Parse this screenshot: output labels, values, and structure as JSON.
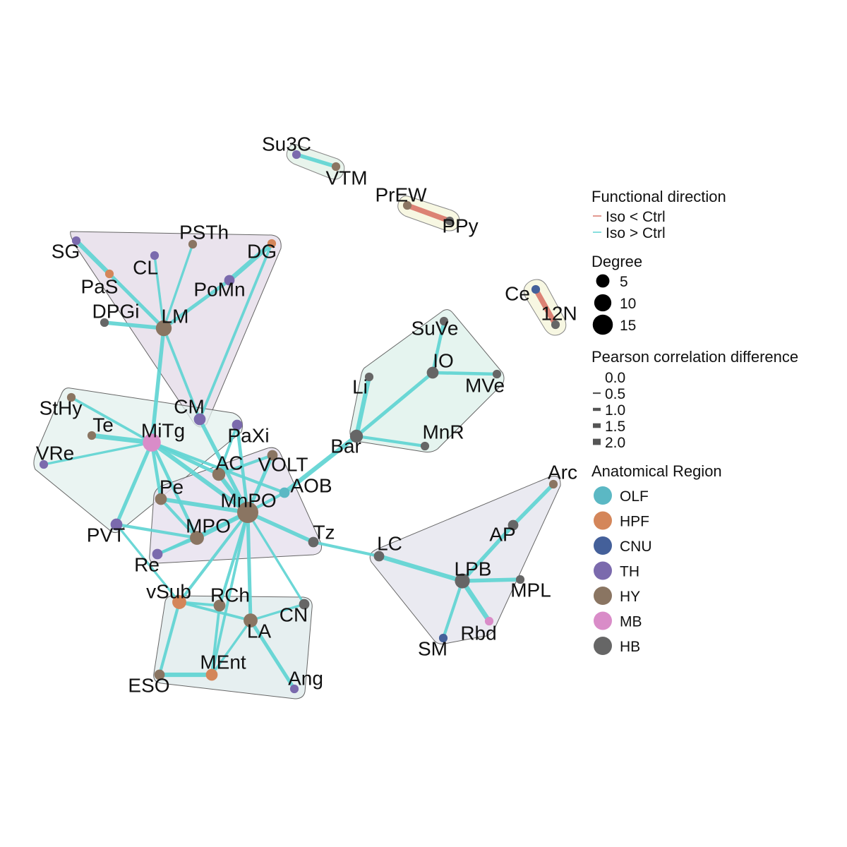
{
  "colors": {
    "OLF": "#5bb8c4",
    "HPF": "#d4865a",
    "CNU": "#44609a",
    "TH": "#7b6aad",
    "HY": "#8a7562",
    "MB": "#d98cc8",
    "HB": "#666666",
    "edge_pos": "#5fd4d2",
    "edge_neg": "#d9776a"
  },
  "nodes": [
    {
      "id": "Su3C",
      "region": "TH",
      "degree": 1
    },
    {
      "id": "VTM",
      "region": "HY",
      "degree": 1
    },
    {
      "id": "PrEW",
      "region": "HY",
      "degree": 1
    },
    {
      "id": "PPy",
      "region": "HB",
      "degree": 1
    },
    {
      "id": "Ce",
      "region": "CNU",
      "degree": 1
    },
    {
      "id": "12N",
      "region": "HB",
      "degree": 1
    },
    {
      "id": "SG",
      "region": "TH",
      "degree": 1
    },
    {
      "id": "PaS",
      "region": "HPF",
      "degree": 1
    },
    {
      "id": "CL",
      "region": "TH",
      "degree": 1
    },
    {
      "id": "PSTh",
      "region": "HY",
      "degree": 1
    },
    {
      "id": "DG",
      "region": "HPF",
      "degree": 1
    },
    {
      "id": "PoMn",
      "region": "TH",
      "degree": 2
    },
    {
      "id": "DPGi",
      "region": "HB",
      "degree": 1
    },
    {
      "id": "LM",
      "region": "HY",
      "degree": 7
    },
    {
      "id": "SuVe",
      "region": "HB",
      "degree": 1
    },
    {
      "id": "IO",
      "region": "HB",
      "degree": 3
    },
    {
      "id": "MVe",
      "region": "HB",
      "degree": 1
    },
    {
      "id": "Li",
      "region": "HB",
      "degree": 1
    },
    {
      "id": "Bar",
      "region": "HB",
      "degree": 4
    },
    {
      "id": "MnR",
      "region": "HB",
      "degree": 1
    },
    {
      "id": "StHy",
      "region": "HY",
      "degree": 1
    },
    {
      "id": "Te",
      "region": "HY",
      "degree": 1
    },
    {
      "id": "MiTg",
      "region": "MB",
      "degree": 10
    },
    {
      "id": "CM",
      "region": "TH",
      "degree": 3
    },
    {
      "id": "PaXi",
      "region": "TH",
      "degree": 2
    },
    {
      "id": "VRe",
      "region": "TH",
      "degree": 1
    },
    {
      "id": "AC",
      "region": "HY",
      "degree": 4
    },
    {
      "id": "VOLT",
      "region": "HY",
      "degree": 2
    },
    {
      "id": "AOB",
      "region": "OLF",
      "degree": 2
    },
    {
      "id": "Pe",
      "region": "HY",
      "degree": 3
    },
    {
      "id": "MnPO",
      "region": "HY",
      "degree": 15
    },
    {
      "id": "PVT",
      "region": "TH",
      "degree": 3
    },
    {
      "id": "MPO",
      "region": "HY",
      "degree": 5
    },
    {
      "id": "Tz",
      "region": "HB",
      "degree": 2
    },
    {
      "id": "Re",
      "region": "TH",
      "degree": 2
    },
    {
      "id": "vSub",
      "region": "HPF",
      "degree": 5
    },
    {
      "id": "RCh",
      "region": "HY",
      "degree": 3
    },
    {
      "id": "CN",
      "region": "HB",
      "degree": 2
    },
    {
      "id": "LA",
      "region": "HY",
      "degree": 5
    },
    {
      "id": "MEnt",
      "region": "HPF",
      "degree": 3
    },
    {
      "id": "ESO",
      "region": "HY",
      "degree": 2
    },
    {
      "id": "Ang",
      "region": "TH",
      "degree": 1
    },
    {
      "id": "Arc",
      "region": "HY",
      "degree": 1
    },
    {
      "id": "AP",
      "region": "HB",
      "degree": 2
    },
    {
      "id": "LC",
      "region": "HB",
      "degree": 2
    },
    {
      "id": "LPB",
      "region": "HB",
      "degree": 6
    },
    {
      "id": "MPL",
      "region": "HB",
      "degree": 1
    },
    {
      "id": "SM",
      "region": "CNU",
      "degree": 1
    },
    {
      "id": "Rbd",
      "region": "MB",
      "degree": 1
    }
  ],
  "edges": [
    {
      "source": "Su3C",
      "target": "VTM",
      "direction": "pos",
      "diff": 1.3
    },
    {
      "source": "PrEW",
      "target": "PPy",
      "direction": "neg",
      "diff": 1.8
    },
    {
      "source": "Ce",
      "target": "12N",
      "direction": "neg",
      "diff": 1.8
    },
    {
      "source": "SG",
      "target": "PaS",
      "direction": "pos",
      "diff": 1.5
    },
    {
      "source": "PaS",
      "target": "LM",
      "direction": "pos",
      "diff": 1.2
    },
    {
      "source": "CL",
      "target": "LM",
      "direction": "pos",
      "diff": 0.8
    },
    {
      "source": "PSTh",
      "target": "LM",
      "direction": "pos",
      "diff": 0.8
    },
    {
      "source": "DG",
      "target": "PoMn",
      "direction": "pos",
      "diff": 1.6
    },
    {
      "source": "PoMn",
      "target": "LM",
      "direction": "pos",
      "diff": 1.2
    },
    {
      "source": "DPGi",
      "target": "LM",
      "direction": "pos",
      "diff": 1.3
    },
    {
      "source": "LM",
      "target": "MiTg",
      "direction": "pos",
      "diff": 1.3
    },
    {
      "source": "LM",
      "target": "CM",
      "direction": "pos",
      "diff": 0.9
    },
    {
      "source": "DG",
      "target": "CM",
      "direction": "pos",
      "diff": 0.9
    },
    {
      "source": "SuVe",
      "target": "IO",
      "direction": "pos",
      "diff": 1.1
    },
    {
      "source": "IO",
      "target": "MVe",
      "direction": "pos",
      "diff": 1.1
    },
    {
      "source": "IO",
      "target": "Bar",
      "direction": "pos",
      "diff": 1.2
    },
    {
      "source": "Li",
      "target": "Bar",
      "direction": "pos",
      "diff": 1.5
    },
    {
      "source": "Bar",
      "target": "MnR",
      "direction": "pos",
      "diff": 1.0
    },
    {
      "source": "Bar",
      "target": "AOB",
      "direction": "pos",
      "diff": 1.5
    },
    {
      "source": "StHy",
      "target": "MiTg",
      "direction": "pos",
      "diff": 0.9
    },
    {
      "source": "Te",
      "target": "MiTg",
      "direction": "pos",
      "diff": 1.6
    },
    {
      "source": "VRe",
      "target": "MiTg",
      "direction": "pos",
      "diff": 0.8
    },
    {
      "source": "MiTg",
      "target": "PVT",
      "direction": "pos",
      "diff": 1.2
    },
    {
      "source": "MiTg",
      "target": "Pe",
      "direction": "pos",
      "diff": 1.1
    },
    {
      "source": "MiTg",
      "target": "MnPO",
      "direction": "pos",
      "diff": 1.5
    },
    {
      "source": "MiTg",
      "target": "AC",
      "direction": "pos",
      "diff": 1.2
    },
    {
      "source": "MiTg",
      "target": "MPO",
      "direction": "pos",
      "diff": 1.1
    },
    {
      "source": "MiTg",
      "target": "AOB",
      "direction": "pos",
      "diff": 1.0
    },
    {
      "source": "CM",
      "target": "MnPO",
      "direction": "pos",
      "diff": 1.3
    },
    {
      "source": "PaXi",
      "target": "MnPO",
      "direction": "pos",
      "diff": 1.1
    },
    {
      "source": "PaXi",
      "target": "AC",
      "direction": "pos",
      "diff": 0.9
    },
    {
      "source": "AC",
      "target": "MnPO",
      "direction": "pos",
      "diff": 1.5
    },
    {
      "source": "VOLT",
      "target": "MnPO",
      "direction": "pos",
      "diff": 1.2
    },
    {
      "source": "VOLT",
      "target": "AC",
      "direction": "pos",
      "diff": 1.0
    },
    {
      "source": "AOB",
      "target": "MnPO",
      "direction": "pos",
      "diff": 1.0
    },
    {
      "source": "Pe",
      "target": "MnPO",
      "direction": "pos",
      "diff": 1.4
    },
    {
      "source": "Pe",
      "target": "MPO",
      "direction": "pos",
      "diff": 1.0
    },
    {
      "source": "MPO",
      "target": "MnPO",
      "direction": "pos",
      "diff": 1.5
    },
    {
      "source": "MPO",
      "target": "Re",
      "direction": "pos",
      "diff": 1.0
    },
    {
      "source": "PVT",
      "target": "MPO",
      "direction": "pos",
      "diff": 1.0
    },
    {
      "source": "PVT",
      "target": "vSub",
      "direction": "pos",
      "diff": 0.8
    },
    {
      "source": "Re",
      "target": "MnPO",
      "direction": "pos",
      "diff": 0.8
    },
    {
      "source": "MnPO",
      "target": "Tz",
      "direction": "pos",
      "diff": 1.3
    },
    {
      "source": "Tz",
      "target": "LC",
      "direction": "pos",
      "diff": 1.0
    },
    {
      "source": "MnPO",
      "target": "vSub",
      "direction": "pos",
      "diff": 1.0
    },
    {
      "source": "MnPO",
      "target": "RCh",
      "direction": "pos",
      "diff": 1.0
    },
    {
      "source": "MnPO",
      "target": "LA",
      "direction": "pos",
      "diff": 1.2
    },
    {
      "source": "MnPO",
      "target": "CN",
      "direction": "pos",
      "diff": 0.8
    },
    {
      "source": "MnPO",
      "target": "MEnt",
      "direction": "pos",
      "diff": 0.9
    },
    {
      "source": "vSub",
      "target": "RCh",
      "direction": "pos",
      "diff": 0.9
    },
    {
      "source": "vSub",
      "target": "LA",
      "direction": "pos",
      "diff": 0.9
    },
    {
      "source": "vSub",
      "target": "ESO",
      "direction": "pos",
      "diff": 1.0
    },
    {
      "source": "RCh",
      "target": "MEnt",
      "direction": "pos",
      "diff": 0.9
    },
    {
      "source": "LA",
      "target": "Ang",
      "direction": "pos",
      "diff": 1.2
    },
    {
      "source": "LA",
      "target": "MEnt",
      "direction": "pos",
      "diff": 0.8
    },
    {
      "source": "ESO",
      "target": "MEnt",
      "direction": "pos",
      "diff": 1.5
    },
    {
      "source": "CN",
      "target": "LA",
      "direction": "pos",
      "diff": 0.8
    },
    {
      "source": "Arc",
      "target": "AP",
      "direction": "pos",
      "diff": 1.3
    },
    {
      "source": "AP",
      "target": "LPB",
      "direction": "pos",
      "diff": 1.3
    },
    {
      "source": "LC",
      "target": "LPB",
      "direction": "pos",
      "diff": 1.5
    },
    {
      "source": "LPB",
      "target": "MPL",
      "direction": "pos",
      "diff": 1.3
    },
    {
      "source": "LPB",
      "target": "SM",
      "direction": "pos",
      "diff": 1.0
    },
    {
      "source": "LPB",
      "target": "Rbd",
      "direction": "pos",
      "diff": 1.6
    }
  ],
  "legend": {
    "direction_title": "Functional direction",
    "direction_items": [
      {
        "label": "Iso < Ctrl",
        "direction": "neg"
      },
      {
        "label": "Iso > Ctrl",
        "direction": "pos"
      }
    ],
    "degree_title": "Degree",
    "degree_items": [
      {
        "label": "5",
        "value": 5
      },
      {
        "label": "10",
        "value": 10
      },
      {
        "label": "15",
        "value": 15
      }
    ],
    "corr_title": "Pearson correlation difference",
    "corr_items": [
      {
        "label": "0.0",
        "value": 0.0
      },
      {
        "label": "0.5",
        "value": 0.5
      },
      {
        "label": "1.0",
        "value": 1.0
      },
      {
        "label": "1.5",
        "value": 1.5
      },
      {
        "label": "2.0",
        "value": 2.0
      }
    ],
    "region_title": "Anatomical Region",
    "region_items": [
      {
        "label": "OLF",
        "key": "OLF"
      },
      {
        "label": "HPF",
        "key": "HPF"
      },
      {
        "label": "CNU",
        "key": "CNU"
      },
      {
        "label": "TH",
        "key": "TH"
      },
      {
        "label": "HY",
        "key": "HY"
      },
      {
        "label": "MB",
        "key": "MB"
      },
      {
        "label": "HB",
        "key": "HB"
      }
    ]
  }
}
